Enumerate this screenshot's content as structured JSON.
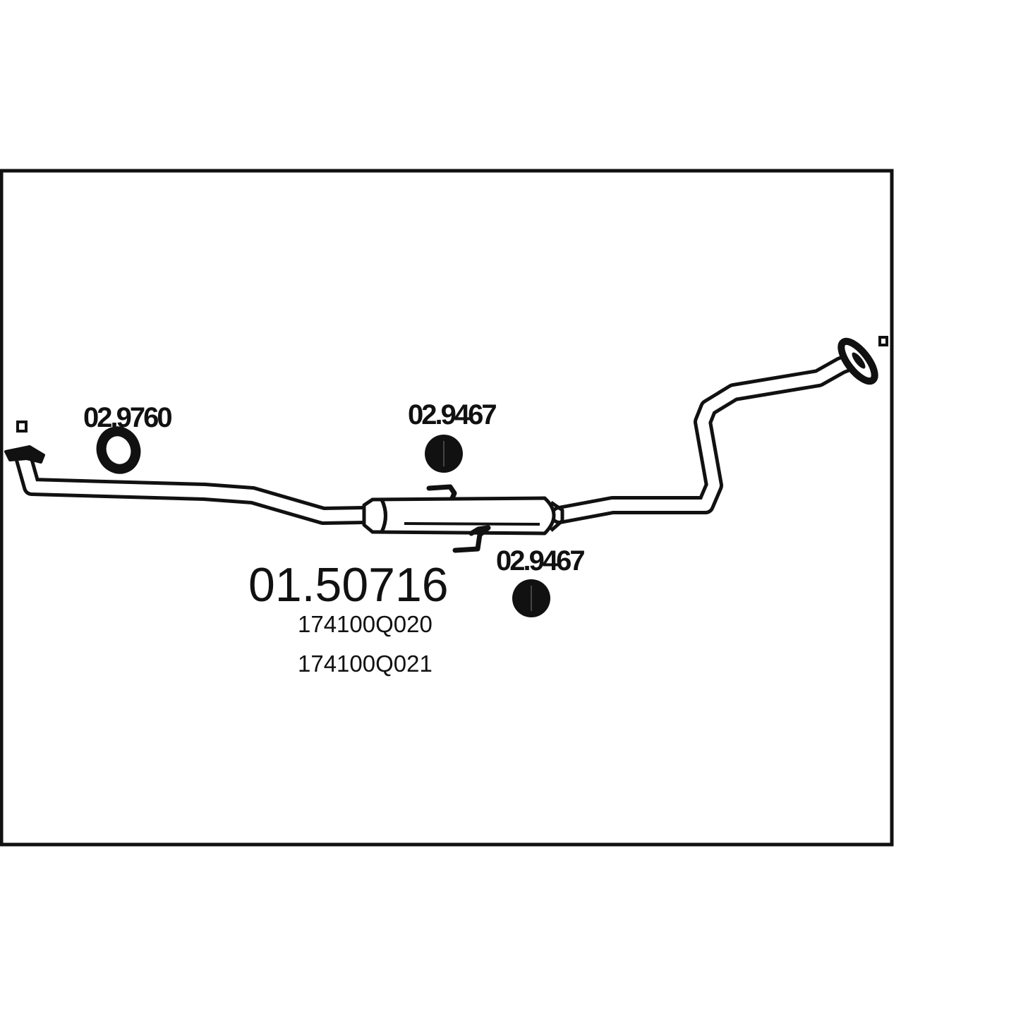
{
  "main_part_number": "01.50716",
  "oem_numbers": [
    "174100Q020",
    "174100Q021"
  ],
  "accessory_labels": {
    "rubber_ring": "02.9760",
    "hanger_upper": "02.9467",
    "hanger_lower": "02.9467"
  },
  "colors": {
    "line": "#111111",
    "background": "#ffffff"
  }
}
